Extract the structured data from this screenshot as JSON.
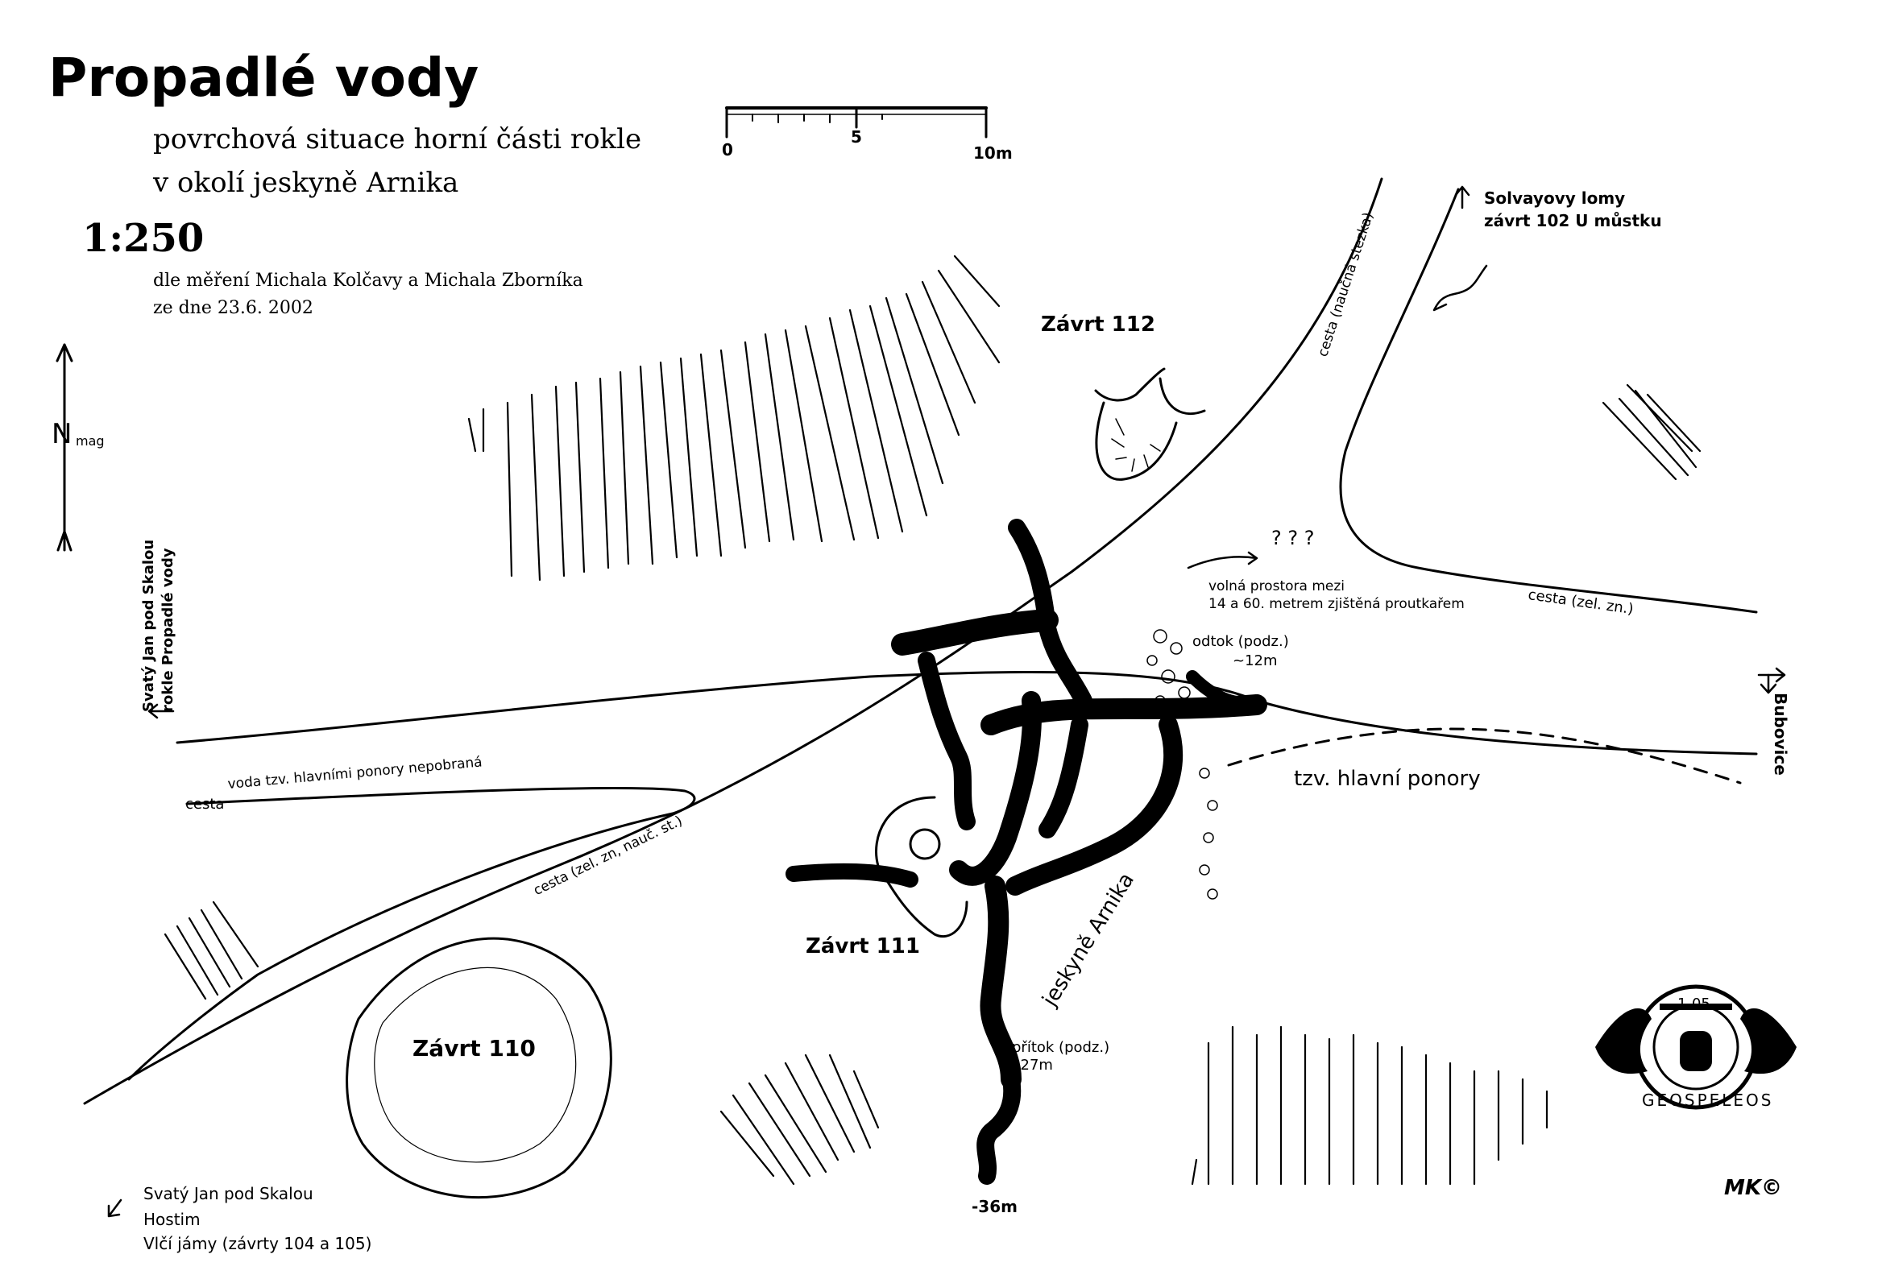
{
  "title": "Propadlé vody",
  "subtitle_line1": "povrchová situace horní části rokle",
  "subtitle_line2": "v okolí jeskyně Arnika",
  "scale_ratio": "1:250",
  "credit_line1": "dle měření Michala Kolčavy a Michala Zborníka",
  "credit_line2": "ze dne 23.6. 2002",
  "scale_bar": {
    "zero": "0",
    "five": "5",
    "ten": "10m"
  },
  "north": {
    "label": "N",
    "sub": "mag"
  },
  "labels": {
    "zavrt112": "Závrt 112",
    "zavrt111": "Závrt 111",
    "zavrt110": "Závrt 110",
    "solvay1": "Solvayovy lomy",
    "solvay2": "závrt 102 U můstku",
    "cesta_naucna": "cesta (naučná stezka)",
    "volna1": "volná prostora mezi",
    "volna2": "14 a 60. metrem zjištěná proutkařem",
    "cesta_zel": "cesta (zel. zn.)",
    "odtok": "odtok (podz.)",
    "odtok_depth": "~12m",
    "bubovice": "Bubovice",
    "hlavni_ponory": "tzv. hlavní ponory",
    "svaty_left1": "Svatý Jan pod Skalou",
    "svaty_left2": "rokle Propadlé vody",
    "voda": "voda tzv. hlavními ponory nepobraná",
    "cesta_plain": "cesta",
    "cesta_zel_nauc": "cesta (zel. zn, nauč. st.)",
    "jeskyne": "jeskyně Arnika",
    "pritok": "přítok (podz.)",
    "pritok_depth": "-27m",
    "depth36": "-36m",
    "question_marks": "? ? ?",
    "bottom1": "Svatý Jan pod Skalou",
    "bottom2": "Hostim",
    "bottom3": "Vlčí jámy (závrty 104 a 105)",
    "signature": "MK©"
  },
  "logo": {
    "top": "1-05",
    "ring": "GEOSPELEOS"
  }
}
